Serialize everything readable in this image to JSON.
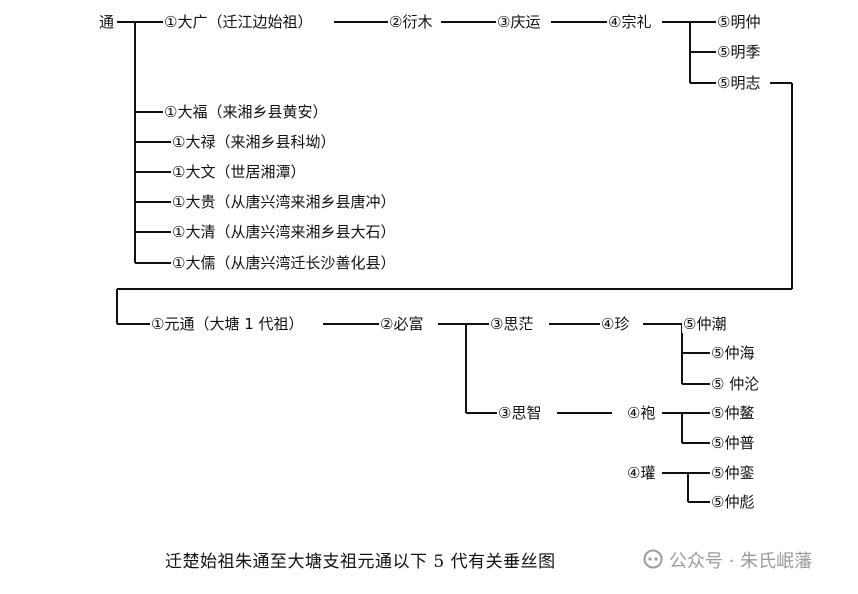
{
  "root": "通",
  "nodes": {
    "dakuang": "①大广（迁江边始祖）",
    "yanmu": "②衍木",
    "qingyun": "③庆运",
    "zongli": "④宗礼",
    "mingzhong": "⑤明仲",
    "mingji": "⑤明季",
    "mingzhi": "⑤明志",
    "dafu": "①大福（来湘乡县黄安）",
    "dalu": "①大禄（来湘乡县科坳）",
    "dawen": "①大文（世居湘潭）",
    "dagui": "①大贵（从唐兴湾来湘乡县唐冲）",
    "daqing": "①大清（从唐兴湾来湘乡县大石）",
    "daru": "①大儒（从唐兴湾迁长沙善化县）",
    "yuantong": "①元通（大塘 1 代祖）",
    "bifu": "②必富",
    "sirong": "③思茫",
    "zhen": "④珍",
    "zhongchao": "⑤仲潮",
    "zhonghai": "⑤仲海",
    "zhonglun": "⑤  仲沦",
    "sizhi": "③思智",
    "pao": "④袍",
    "zhongao": "⑤仲鳌",
    "zhongpu": "⑤仲普",
    "guan": "④瓘",
    "zhongluan": "⑤仲銮",
    "zhongbiao": "⑤仲彪"
  },
  "caption": "迁楚始祖朱通至大塘支祖元通以下 5 代有关垂丝图",
  "watermark": {
    "text": "公众号 · 朱氏岷藩",
    "icon": "wechat-official-account-icon"
  },
  "colors": {
    "line": "#111111",
    "watermark": "#9c9c9c"
  }
}
